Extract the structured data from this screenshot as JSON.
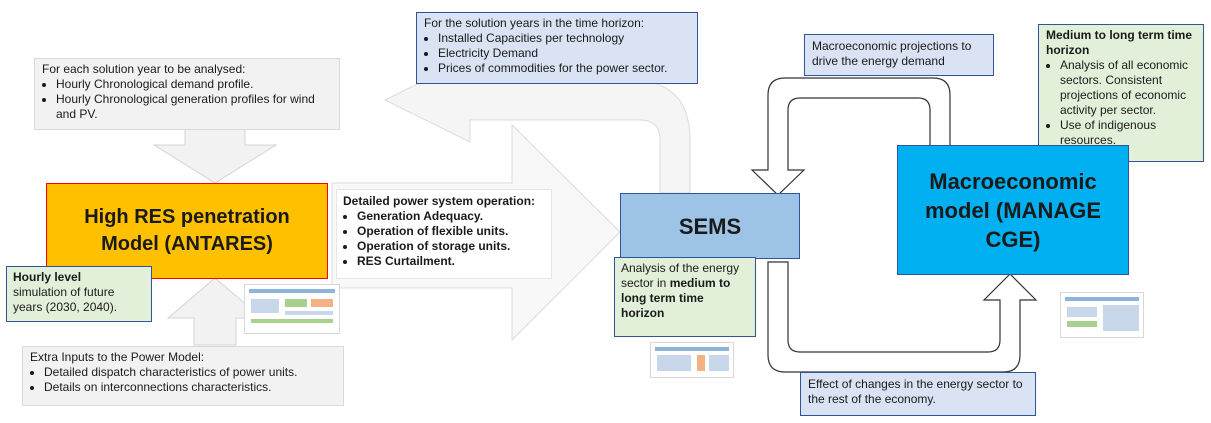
{
  "nodes": {
    "antares": "High RES penetration Model (ANTARES)",
    "sems": "SEMS",
    "manage": "Macroeconomic model (MANAGE CGE)"
  },
  "notes": {
    "solution_year": {
      "heading": "For each solution year to be analysed:",
      "items": [
        "Hourly Chronological demand profile.",
        "Hourly Chronological generation profiles for wind and PV."
      ]
    },
    "horizon": {
      "heading": "For the solution years in the time horizon:",
      "items": [
        "Installed Capacities per technology",
        "Electricity Demand",
        "Prices of commodities for the power sector."
      ]
    },
    "macro_projections": "Macroeconomic projections to drive the energy demand",
    "medium_long": {
      "heading": "Medium to long term time horizon",
      "items": [
        "Analysis of all economic sectors. Consistent projections of economic activity per sector.",
        "Use of indigenous resources."
      ]
    },
    "power_operation": {
      "heading": "Detailed power system operation:",
      "items": [
        "Generation Adequacy.",
        "Operation of flexible units.",
        "Operation of storage units.",
        "RES Curtailment."
      ]
    },
    "hourly": {
      "bold": "Hourly level",
      "rest": "simulation of future years (2030, 2040)."
    },
    "sems_analysis": {
      "plain": "Analysis of the energy sector in",
      "bold": "medium to long term time horizon"
    },
    "extra_inputs": {
      "heading": "Extra Inputs to the Power Model:",
      "items": [
        "Detailed dispatch characteristics of power units.",
        "Details on interconnections characteristics."
      ]
    },
    "effect": "Effect of changes in the energy sector to the rest of the economy."
  },
  "colors": {
    "antares_fill": "#ffc000",
    "antares_border": "#ff0000",
    "sems_fill": "#9dc3e6",
    "manage_fill": "#00b0f0",
    "note_blue": "#dae3f3",
    "note_green": "#e2f0d9",
    "arrow_grey": "#f2f2f2"
  }
}
